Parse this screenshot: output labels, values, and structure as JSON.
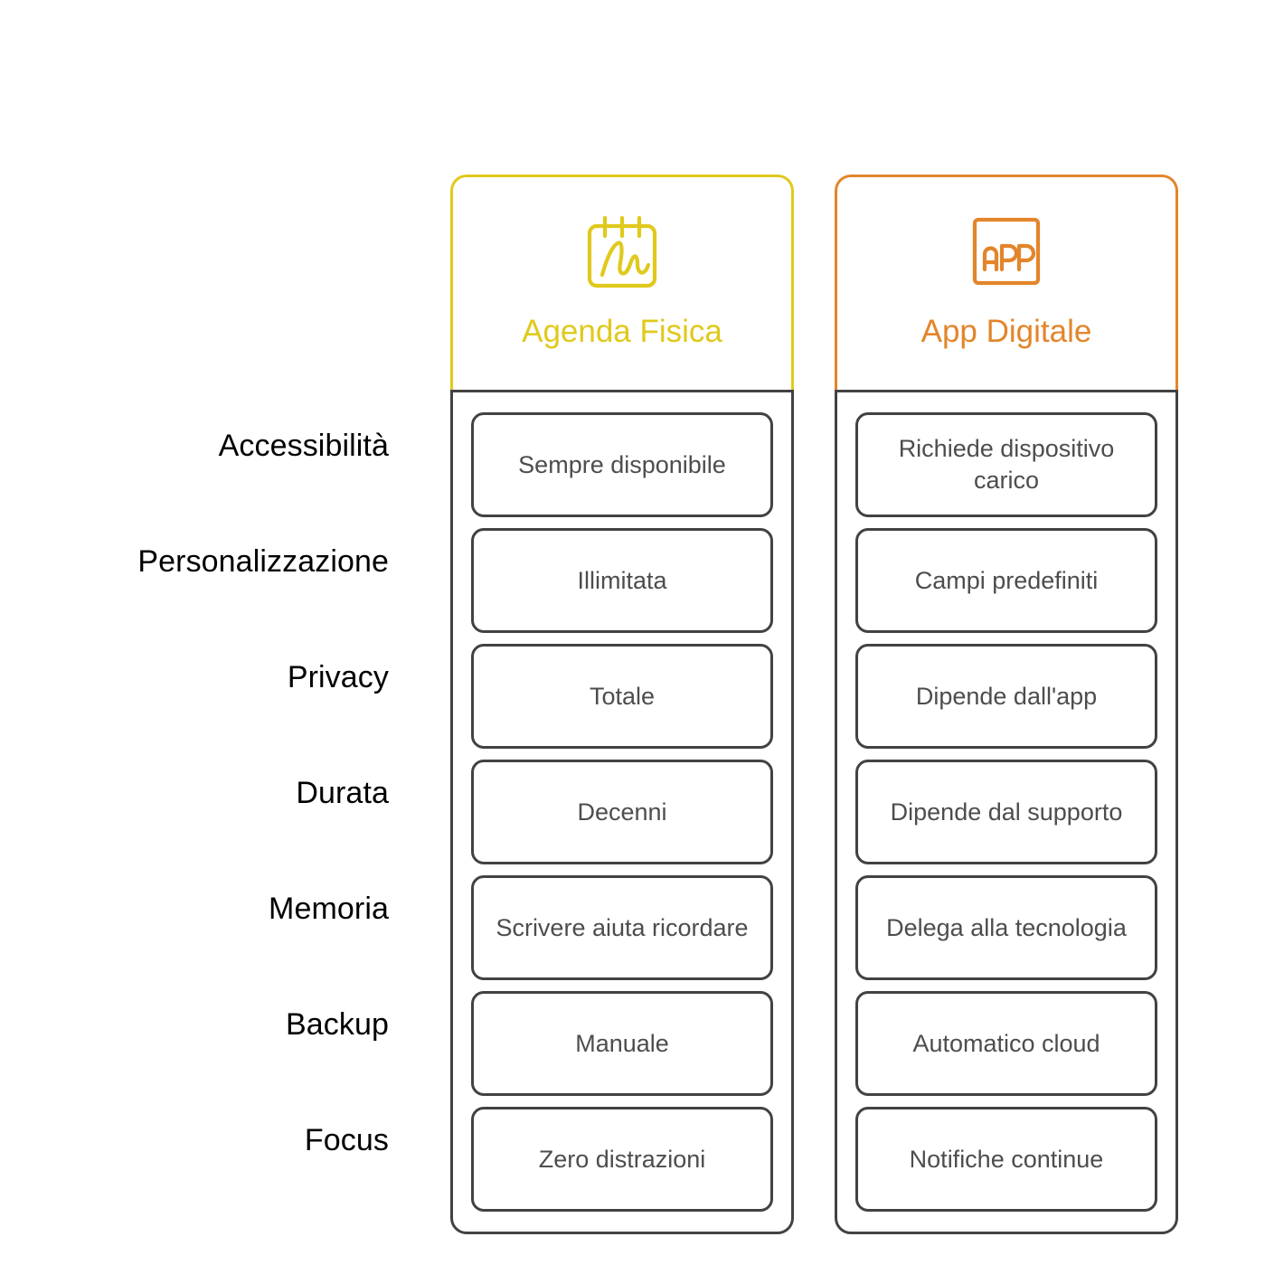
{
  "theme": {
    "background": "#ffffff",
    "label_color": "#000000",
    "cell_text_color": "#4d4d4d",
    "cell_border_color": "#424242",
    "container_border_color": "#424242"
  },
  "row_labels": [
    "Accessibilità",
    "Personalizzazione",
    "Privacy",
    "Durata",
    "Memoria",
    "Backup",
    "Focus"
  ],
  "columns": [
    {
      "title": "Agenda Fisica",
      "accent_color": "#e0c91c",
      "icon": "notebook-handwriting-icon",
      "cells": [
        "Sempre disponibile",
        "Illimitata",
        "Totale",
        "Decenni",
        "Scrivere aiuta ricordare",
        "Manuale",
        "Zero distrazioni"
      ]
    },
    {
      "title": "App Digitale",
      "accent_color": "#e3852b",
      "icon": "app-square-icon",
      "icon_label": "APP",
      "cells": [
        "Richiede dispositivo carico",
        "Campi predefiniti",
        "Dipende dall'app",
        "Dipende dal supporto",
        "Delega alla tecnologia",
        "Automatico cloud",
        "Notifiche continue"
      ]
    }
  ]
}
